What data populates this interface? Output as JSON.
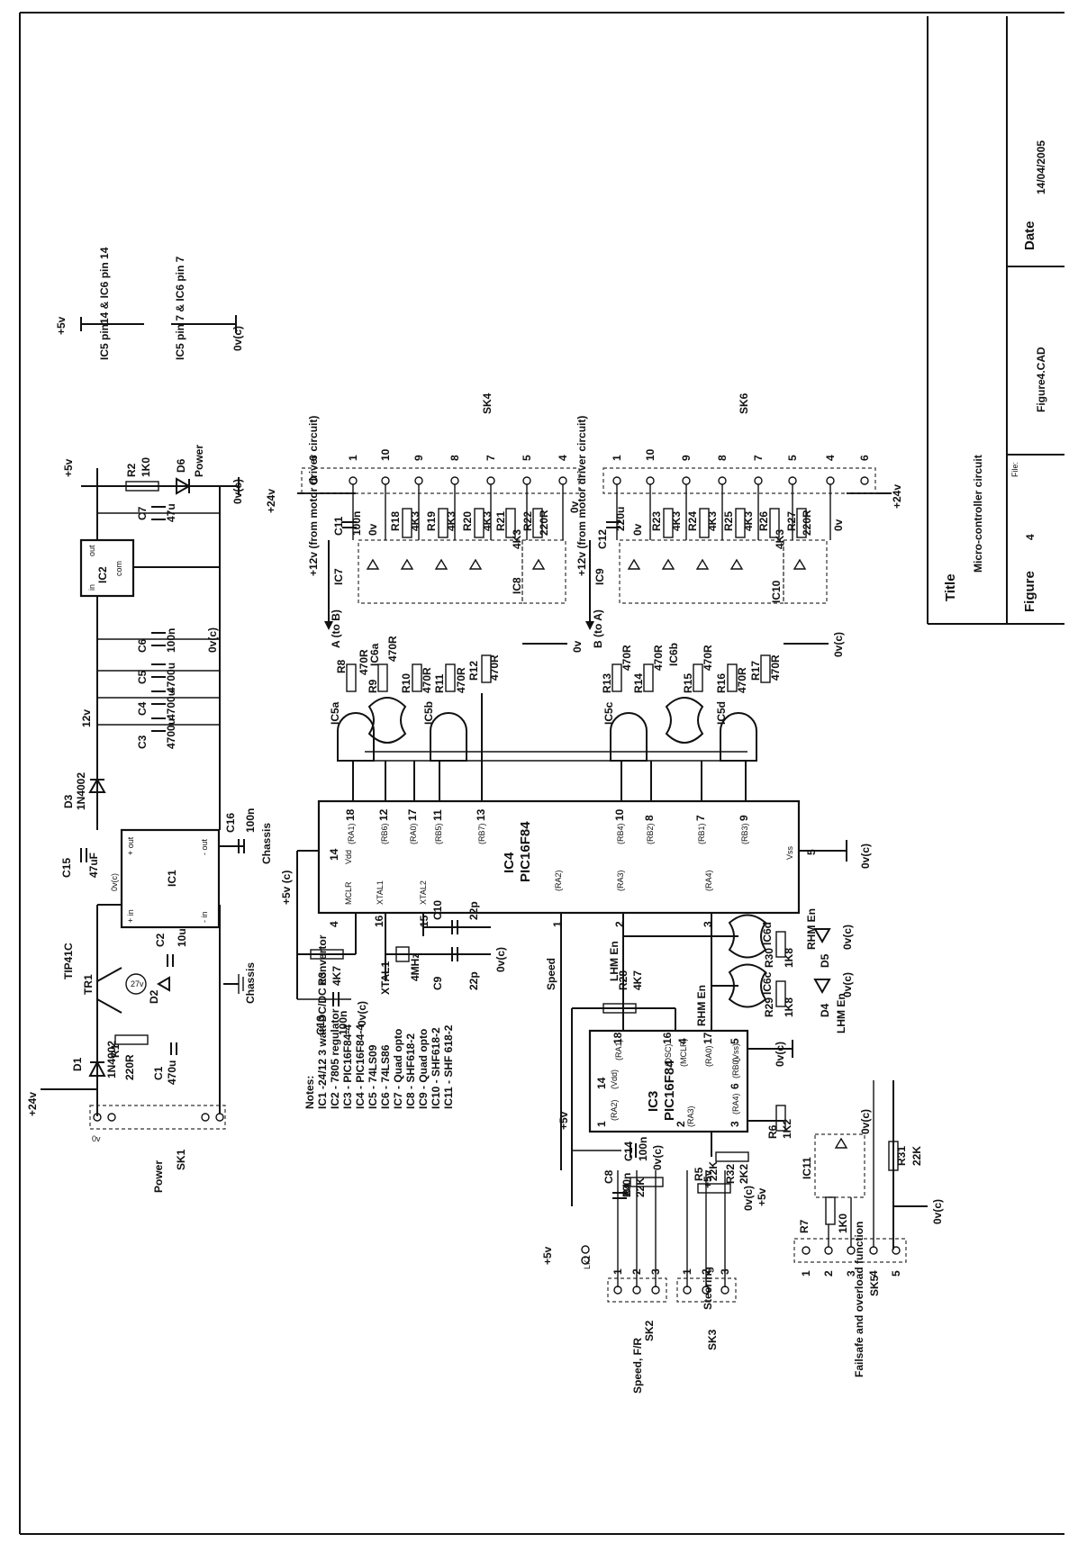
{
  "title_block": {
    "title_label": "Title",
    "title_value": "Micro-controller circuit",
    "figure_label": "Figure",
    "figure_value": "4",
    "file_label": "File:",
    "file_value": "Figure4.CAD",
    "date_label": "Date",
    "date_value": "14/04/2005"
  },
  "notes": {
    "heading": "Notes:",
    "lines": [
      "IC1 -24/12 3 watt DC/DC convertor",
      "IC2 - 7805 regulator",
      "IC3 - PIC16F84-4",
      "IC4 - PIC16F84-4",
      "IC5 - 74LS09",
      "IC6 - 74LS86",
      "IC7 - Quad opto",
      "IC8 - SHF618-2",
      "IC9 - Quad opto",
      "IC10 - SHF618-2",
      "IC11 - SHF 618-2"
    ]
  },
  "power": {
    "v5": "+5v",
    "v24": "+24v",
    "v12": "12v",
    "v12motor": "+12v (from motor driver circuit)",
    "zero": "0v",
    "zero_c": "0v(c)",
    "v5c": "+5v (c)",
    "chassis": "Chassis",
    "ic5_pin14": "IC5 pin14 & IC6 pin 14",
    "ic5_pin7": "IC5 pin 7 & IC6 pin 7"
  },
  "components": {
    "tr1": "TR1",
    "tip41c": "TIP41C",
    "d1": "D1",
    "d1v": "1N4002",
    "r1": "R1",
    "r1v": "220R",
    "c1": "C1",
    "c1v": "470u",
    "c2": "C2",
    "c2v": "10u",
    "d2": "D2",
    "zener": "27v",
    "c15": "C15",
    "c15v": "47uF",
    "ic1": "IC1",
    "ic1_in_p": "+ in",
    "ic1_in_n": "- in",
    "ic1_out_p": "+ out",
    "ic1_out_n": "- out",
    "c16": "C16",
    "c16v": "100n",
    "d3": "D3",
    "d3v": "1N4002",
    "c3": "C3",
    "c3v": "4700u",
    "c4": "C4",
    "c4v": "4700u",
    "c5": "C5",
    "c5v": "4700u",
    "c6": "C6",
    "c6v": "100n",
    "ic2": "IC2",
    "ic2_in": "in",
    "ic2_out": "out",
    "ic2_com": "com",
    "c7": "C7",
    "c7v": "47u",
    "r2": "R2",
    "r2v": "1K0",
    "d6": "D6",
    "d6_label": "Power",
    "ic4": "IC4",
    "ic4v": "PIC16F84",
    "ic3": "IC3",
    "ic3v": "PIC16F84",
    "r3": "R3",
    "r3v": "4K7",
    "c13": "C13",
    "c13v": "100n",
    "xtal1": "XTAL1",
    "xtal_freq": "4MHz",
    "c9": "C9",
    "c9v": "22p",
    "c10": "C10",
    "c10v": "22p",
    "r28": "R28",
    "r28v": "4K7",
    "c14": "C14",
    "c14v": "100n",
    "c8": "C8",
    "c8v": "100n",
    "r4": "R4",
    "r4v": "22K",
    "r5": "R5",
    "r5v": "22K",
    "r32": "R32",
    "r32v": "2K2",
    "r6": "R6",
    "r6v": "1K2",
    "r7": "R7",
    "r7v": "1K0",
    "r31": "R31",
    "r31v": "22K",
    "ic11": "IC11",
    "lk1": "LK1",
    "ic6c": "IC6c",
    "ic6d": "IC6d",
    "r29": "R29",
    "r29v": "1K8",
    "r30": "R30",
    "r30v": "1K8",
    "d4": "D4",
    "d4_label": "LHM En",
    "d5": "D5",
    "d5_label": "RHM En",
    "lhm_en": "LHM En",
    "rhm_en": "RHM En",
    "speed": "Speed",
    "ic5a": "IC5a",
    "ic5b": "IC5b",
    "ic5c": "IC5c",
    "ic5d": "IC5d",
    "ic6a": "IC6a",
    "ic6b": "IC6b",
    "r8": "R8",
    "r9": "R9",
    "r10": "R10",
    "r11": "R11",
    "r12": "R12",
    "r13": "R13",
    "r14": "R14",
    "r15": "R15",
    "r16": "R16",
    "r17": "R17",
    "r470": "470R",
    "ic7": "IC7",
    "ic8": "IC8",
    "ic9": "IC9",
    "ic10": "IC10",
    "r18": "R18",
    "r19": "R19",
    "r20": "R20",
    "r21": "R21",
    "r22": "R22",
    "r23": "R23",
    "r24": "R24",
    "r25": "R25",
    "r26": "R26",
    "r27": "R27",
    "r4k3": "4K3",
    "r220": "220R",
    "c11": "C11",
    "c11v": "100n",
    "c12": "C12",
    "c12v": "220u",
    "a_to_b": "A (to B)",
    "b_to_a": "B (to A)"
  },
  "connectors": {
    "sk1": "SK1",
    "sk1_label": "Power",
    "sk2": "SK2",
    "sk2_label": "Speed, F/R",
    "sk3": "SK3",
    "sk3_label": "Steering",
    "sk4": "SK4",
    "sk5": "SK5",
    "sk5_label": "Failsafe and overload function",
    "sk6": "SK6"
  },
  "ic4_pins": {
    "p14": "14",
    "p4": "4",
    "p16": "16",
    "p15": "15",
    "p1": "1",
    "p2": "2",
    "p3": "3",
    "p5": "5",
    "p18": "18",
    "p12": "12",
    "p17": "17",
    "p11": "11",
    "p13": "13",
    "p10": "10",
    "p8": "8",
    "p7": "7",
    "p9": "9",
    "vdd": "Vdd",
    "mclr": "MCLR",
    "xtal1": "XTAL1",
    "xtal2": "XTAL2",
    "vss": "Vss",
    "ra1": "(RA1)",
    "rb6": "(RB6)",
    "ra0": "(RA0)",
    "rb5": "(RB5)",
    "rb7": "(RB7)",
    "rb4": "(RB4)",
    "rb2": "(RB2)",
    "rb1": "(RB1)",
    "rb3": "(RB3)",
    "ra2": "(RA2)",
    "ra3": "(RA3)",
    "ra4": "(RA4)"
  },
  "ic3_pins": {
    "p18": "18",
    "p16": "16",
    "p4": "4",
    "p17": "17",
    "p5": "5",
    "p14": "14",
    "p1": "1",
    "p2": "2",
    "p3": "3",
    "p6": "6",
    "osc": "(OSC)",
    "mclr": "(MCLR)",
    "ra0": "(RA0)",
    "vss": "(Vss)",
    "vdd": "(Vdd)",
    "ra2": "(RA2)",
    "ra3": "(RA3)",
    "ra4": "(RA4)",
    "rb0": "(RB0)",
    "ra1": "(RA1)"
  }
}
